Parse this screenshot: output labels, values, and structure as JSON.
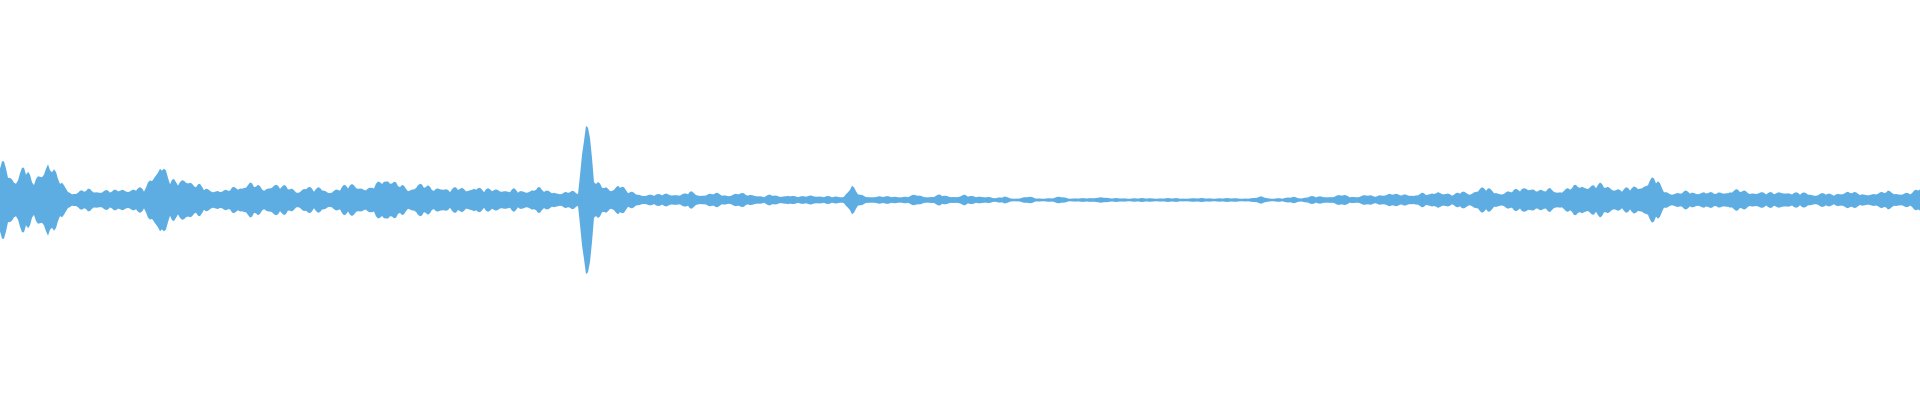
{
  "waveform": {
    "color": "#5dade2",
    "background": "#ffffff",
    "amplitude_profile": [
      0.24,
      0.16,
      0.12,
      0.2,
      0.1,
      0.16,
      0.22,
      0.14,
      0.08,
      0.04,
      0.05,
      0.06,
      0.05,
      0.06,
      0.05,
      0.06,
      0.06,
      0.07,
      0.06,
      0.14,
      0.23,
      0.12,
      0.1,
      0.14,
      0.09,
      0.08,
      0.06,
      0.06,
      0.05,
      0.07,
      0.08,
      0.1,
      0.08,
      0.06,
      0.1,
      0.08,
      0.07,
      0.05,
      0.08,
      0.06,
      0.07,
      0.05,
      0.06,
      0.08,
      0.1,
      0.07,
      0.06,
      0.1,
      0.14,
      0.1,
      0.08,
      0.06,
      0.1,
      0.08,
      0.06,
      0.08,
      0.06,
      0.07,
      0.06,
      0.08,
      0.06,
      0.06,
      0.07,
      0.05,
      0.06,
      0.05,
      0.06,
      0.07,
      0.05,
      0.05,
      0.04,
      0.05,
      0.04,
      0.6,
      0.1,
      0.08,
      0.06,
      0.1,
      0.05,
      0.04,
      0.03,
      0.03,
      0.03,
      0.04,
      0.03,
      0.03,
      0.05,
      0.03,
      0.03,
      0.04,
      0.03,
      0.03,
      0.04,
      0.03,
      0.03,
      0.02,
      0.03,
      0.02,
      0.03,
      0.02,
      0.02,
      0.03,
      0.02,
      0.02,
      0.02,
      0.02,
      0.08,
      0.03,
      0.02,
      0.02,
      0.02,
      0.02,
      0.02,
      0.02,
      0.03,
      0.02,
      0.02,
      0.03,
      0.02,
      0.02,
      0.03,
      0.02,
      0.02,
      0.02,
      0.01,
      0.02,
      0.01,
      0.01,
      0.02,
      0.01,
      0.01,
      0.01,
      0.02,
      0.01,
      0.01,
      0.01,
      0.01,
      0.02,
      0.01,
      0.01,
      0.01,
      0.01,
      0.01,
      0.01,
      0.01,
      0.01,
      0.01,
      0.01,
      0.01,
      0.01,
      0.01,
      0.01,
      0.01,
      0.01,
      0.01,
      0.01,
      0.01,
      0.02,
      0.01,
      0.01,
      0.01,
      0.02,
      0.01,
      0.02,
      0.02,
      0.02,
      0.02,
      0.03,
      0.02,
      0.02,
      0.03,
      0.02,
      0.03,
      0.04,
      0.03,
      0.03,
      0.03,
      0.04,
      0.03,
      0.05,
      0.04,
      0.03,
      0.05,
      0.04,
      0.06,
      0.07,
      0.05,
      0.04,
      0.05,
      0.06,
      0.08,
      0.06,
      0.05,
      0.07,
      0.05,
      0.06,
      0.08,
      0.09,
      0.08,
      0.09,
      0.08,
      0.07,
      0.06,
      0.07,
      0.08,
      0.1,
      0.13,
      0.06,
      0.04,
      0.04,
      0.05,
      0.04,
      0.05,
      0.04,
      0.04,
      0.05,
      0.06,
      0.05,
      0.04,
      0.05,
      0.04,
      0.04,
      0.05,
      0.04,
      0.04,
      0.04,
      0.03,
      0.04,
      0.03,
      0.04,
      0.05,
      0.04,
      0.03,
      0.04,
      0.04,
      0.05,
      0.04,
      0.04,
      0.04,
      0.07
    ]
  }
}
